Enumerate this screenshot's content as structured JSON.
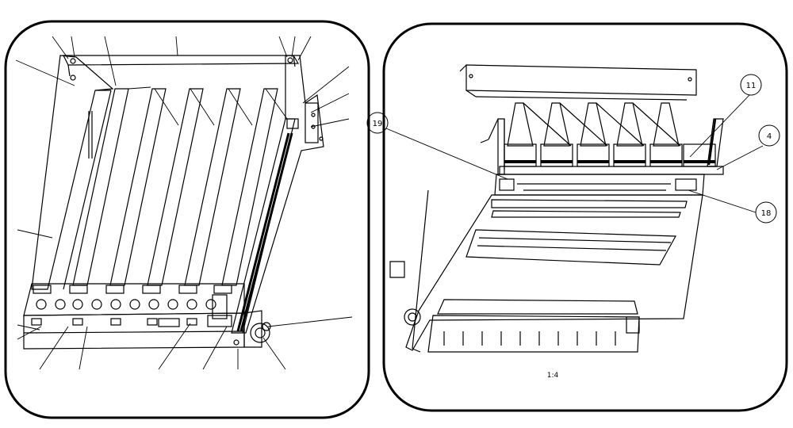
{
  "callouts": {
    "c11": "11",
    "c19": "19",
    "c4": "4",
    "c18": "18"
  },
  "scale_label": "1:4",
  "colors": {
    "line": "#000000",
    "background": "#ffffff"
  }
}
